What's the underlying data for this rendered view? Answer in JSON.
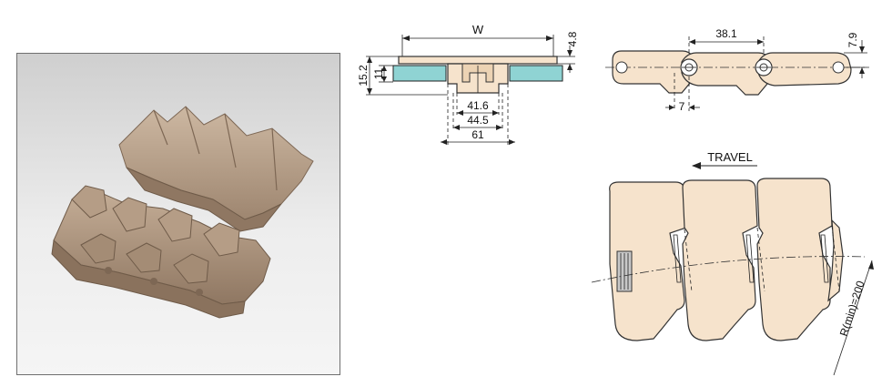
{
  "photo": {
    "subject": "Two sidebending plastic chain segments"
  },
  "cross_section": {
    "W": "W",
    "top_plate": "4.8",
    "outer_height": "15.2",
    "inner_height": "11",
    "width_inner": "41.6",
    "width_mid": "44.5",
    "width_outer": "61"
  },
  "side_view": {
    "pitch": "38.1",
    "height": "7.9",
    "pin_offset": "7"
  },
  "bend_view": {
    "travel_label": "TRAVEL",
    "radius_label": "R(min)=200"
  },
  "colors": {
    "part_fill": "#f6e3cc",
    "rail_fill": "#8fd3d3",
    "photo_chain": "#b8a089"
  }
}
